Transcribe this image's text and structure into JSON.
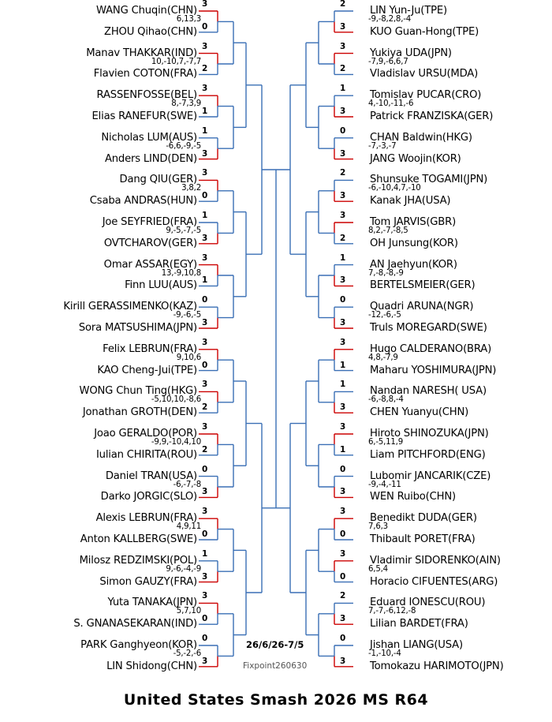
{
  "title": "United States Smash 2026 MS R64",
  "dates": "26/6/26-7/5",
  "credit": "Fixpoint260630",
  "colors": {
    "winner_line": "#cc0000",
    "bracket_line": "#3a6fb5"
  },
  "left_matches": [
    {
      "p1": "WANG Chuqin(CHN)",
      "p2": "ZHOU Qihao(CHN)",
      "s1": "3",
      "s2": "0",
      "sets": "6,13,3",
      "winner": 1
    },
    {
      "p1": "Manav THAKKAR(IND)",
      "p2": "Flavien COTON(FRA)",
      "s1": "3",
      "s2": "2",
      "sets": "10,-10,7,-7,7",
      "winner": 1
    },
    {
      "p1": "RASSENFOSSE(BEL)",
      "p2": "Elias RANEFUR(SWE)",
      "s1": "3",
      "s2": "1",
      "sets": "8,-7,3,9",
      "winner": 1
    },
    {
      "p1": "Nicholas LUM(AUS)",
      "p2": "Anders LIND(DEN)",
      "s1": "1",
      "s2": "3",
      "sets": "-6,6,-9,-5",
      "winner": 2
    },
    {
      "p1": "Dang QIU(GER)",
      "p2": "Csaba ANDRAS(HUN)",
      "s1": "3",
      "s2": "0",
      "sets": "3,8,2",
      "winner": 1
    },
    {
      "p1": "Joe SEYFRIED(FRA)",
      "p2": "OVTCHAROV(GER)",
      "s1": "1",
      "s2": "3",
      "sets": "9,-5,-7,-5",
      "winner": 2
    },
    {
      "p1": "Omar ASSAR(EGY)",
      "p2": "Finn LUU(AUS)",
      "s1": "3",
      "s2": "1",
      "sets": "13,-9,10,8",
      "winner": 1
    },
    {
      "p1": "Kirill GERASSIMENKO(KAZ)",
      "p2": "Sora MATSUSHIMA(JPN)",
      "s1": "0",
      "s2": "3",
      "sets": "-9,-6,-5",
      "winner": 2
    },
    {
      "p1": "Felix LEBRUN(FRA)",
      "p2": "KAO Cheng-Jui(TPE)",
      "s1": "3",
      "s2": "0",
      "sets": "9,10,6",
      "winner": 1
    },
    {
      "p1": "WONG Chun Ting(HKG)",
      "p2": "Jonathan GROTH(DEN)",
      "s1": "3",
      "s2": "2",
      "sets": "-5,10,10,-8,6",
      "winner": 1
    },
    {
      "p1": "Joao GERALDO(POR)",
      "p2": "Iulian CHIRITA(ROU)",
      "s1": "3",
      "s2": "2",
      "sets": "-9,9,-10,4,10",
      "winner": 1
    },
    {
      "p1": "Daniel TRAN(USA)",
      "p2": "Darko JORGIC(SLO)",
      "s1": "0",
      "s2": "3",
      "sets": "-6,-7,-8",
      "winner": 2
    },
    {
      "p1": "Alexis LEBRUN(FRA)",
      "p2": "Anton KALLBERG(SWE)",
      "s1": "3",
      "s2": "0",
      "sets": "4,9,11",
      "winner": 1
    },
    {
      "p1": "Milosz REDZIMSKI(POL)",
      "p2": "Simon GAUZY(FRA)",
      "s1": "1",
      "s2": "3",
      "sets": "9,-6,-4,-9",
      "winner": 2
    },
    {
      "p1": "Yuta TANAKA(JPN)",
      "p2": "S. GNANASEKARAN(IND)",
      "s1": "3",
      "s2": "0",
      "sets": "5,7,10",
      "winner": 1
    },
    {
      "p1": "PARK Ganghyeon(KOR)",
      "p2": "LIN Shidong(CHN)",
      "s1": "0",
      "s2": "3",
      "sets": "-5,-2,-6",
      "winner": 2
    }
  ],
  "right_matches": [
    {
      "p1": "LIN Yun-Ju(TPE)",
      "p2": "KUO Guan-Hong(TPE)",
      "s1": "2",
      "s2": "3",
      "sets": "-9,-8,2,8,-4",
      "winner": 2
    },
    {
      "p1": "Yukiya UDA(JPN)",
      "p2": "Vladislav URSU(MDA)",
      "s1": "3",
      "s2": "2",
      "sets": "-7,9,-6,6,7",
      "winner": 1
    },
    {
      "p1": "Tomislav PUCAR(CRO)",
      "p2": "Patrick FRANZISKA(GER)",
      "s1": "1",
      "s2": "3",
      "sets": "4,-10,-11,-6",
      "winner": 2
    },
    {
      "p1": "CHAN Baldwin(HKG)",
      "p2": "JANG Woojin(KOR)",
      "s1": "0",
      "s2": "3",
      "sets": "-7,-3,-7",
      "winner": 2
    },
    {
      "p1": "Shunsuke TOGAMI(JPN)",
      "p2": "Kanak JHA(USA)",
      "s1": "2",
      "s2": "3",
      "sets": "-6,-10,4,7,-10",
      "winner": 2
    },
    {
      "p1": "Tom JARVIS(GBR)",
      "p2": "OH Junsung(KOR)",
      "s1": "3",
      "s2": "2",
      "sets": "8,2,-7,-8,5",
      "winner": 1
    },
    {
      "p1": "AN Jaehyun(KOR)",
      "p2": "BERTELSMEIER(GER)",
      "s1": "1",
      "s2": "3",
      "sets": "7,-8,-8,-9",
      "winner": 2
    },
    {
      "p1": "Quadri ARUNA(NGR)",
      "p2": "Truls MOREGARD(SWE)",
      "s1": "0",
      "s2": "3",
      "sets": "-12,-6,-5",
      "winner": 2
    },
    {
      "p1": "Hugo CALDERANO(BRA)",
      "p2": "Maharu YOSHIMURA(JPN)",
      "s1": "3",
      "s2": "1",
      "sets": "4,8,-7,9",
      "winner": 1
    },
    {
      "p1": "Nandan NARESH( USA)",
      "p2": "CHEN Yuanyu(CHN)",
      "s1": "1",
      "s2": "3",
      "sets": "-6,-8,8,-4",
      "winner": 2
    },
    {
      "p1": "Hiroto SHINOZUKA(JPN)",
      "p2": "Liam PITCHFORD(ENG)",
      "s1": "3",
      "s2": "1",
      "sets": "6,-5,11,9",
      "winner": 1
    },
    {
      "p1": "Lubomir JANCARIK(CZE)",
      "p2": "WEN Ruibo(CHN)",
      "s1": "0",
      "s2": "3",
      "sets": "-9,-4,-11",
      "winner": 2
    },
    {
      "p1": "Benedikt DUDA(GER)",
      "p2": "Thibault PORET(FRA)",
      "s1": "3",
      "s2": "0",
      "sets": "7,6,3",
      "winner": 1
    },
    {
      "p1": "Vladimir SIDORENKO(AIN)",
      "p2": "Horacio CIFUENTES(ARG)",
      "s1": "3",
      "s2": "0",
      "sets": "6,5,4",
      "winner": 1
    },
    {
      "p1": "Eduard IONESCU(ROU)",
      "p2": "Lilian BARDET(FRA)",
      "s1": "2",
      "s2": "3",
      "sets": "7,-7,-6,12,-8",
      "winner": 2
    },
    {
      "p1": "Jishan LIANG(USA)",
      "p2": "Tomokazu HARIMOTO(JPN)",
      "s1": "0",
      "s2": "3",
      "sets": "-1,-10,-4",
      "winner": 2
    }
  ]
}
